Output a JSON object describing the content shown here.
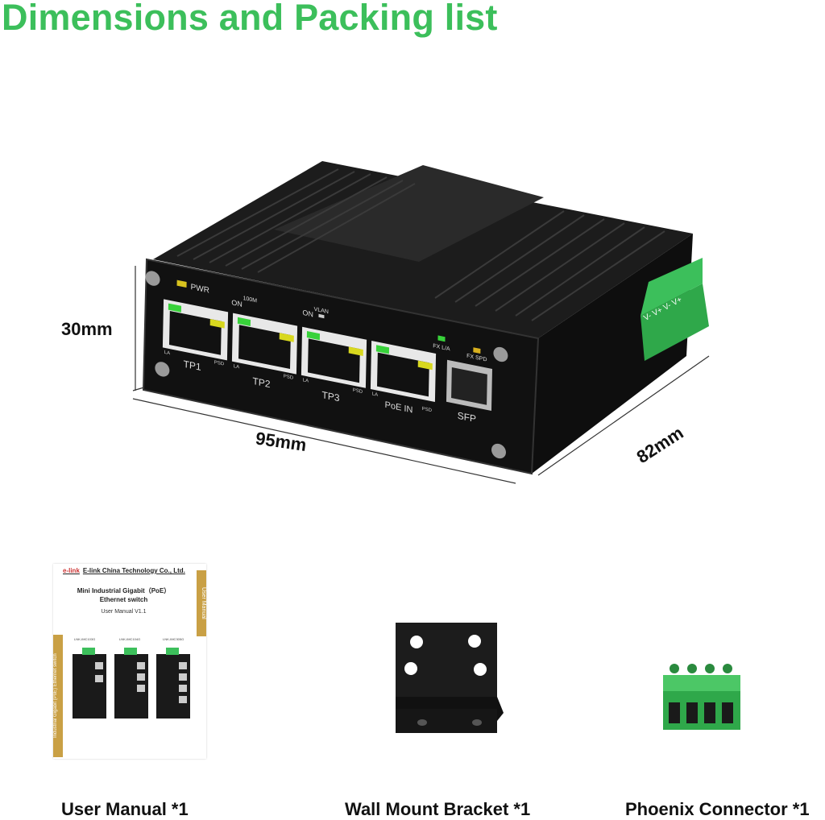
{
  "title": "Dimensions and Packing list",
  "dimensions": {
    "height": "30mm",
    "width": "95mm",
    "depth": "82mm"
  },
  "device": {
    "labels": {
      "pwr": "PWR",
      "dip_100m": "100M",
      "dip_on": "ON",
      "vlan": "VLAN",
      "vlan_on": "ON",
      "fx_la": "FX L/A",
      "fx_spd": "FX SPD",
      "la": "LA",
      "psd": "PSD",
      "sfp": "SFP",
      "terminal": "V- V+ V- V+"
    },
    "ports": [
      "TP1",
      "TP2",
      "TP3",
      "PoE IN"
    ],
    "colors": {
      "body": "#141414",
      "led_green": "#38d23a",
      "led_yellow": "#d8d81e",
      "connector": "#2fa84a"
    }
  },
  "manual": {
    "company": "E-link China Technology Co., Ltd.",
    "brand": "e-link",
    "title_line1": "Mini Industrial Gigabit（PoE）",
    "title_line2": "Ethernet switch",
    "version": "User Manual V1.1",
    "side_label": "User Manual",
    "side_label2": "Industrial Gigabit (PoE) Ethernet switch",
    "models": [
      "LNK-IMC103G",
      "LNK-IMC104G",
      "LNK-IMC305G"
    ]
  },
  "packing_list": [
    {
      "label": "User Manual *1"
    },
    {
      "label": "Wall Mount Bracket *1"
    },
    {
      "label": "Phoenix Connector *1"
    }
  ]
}
